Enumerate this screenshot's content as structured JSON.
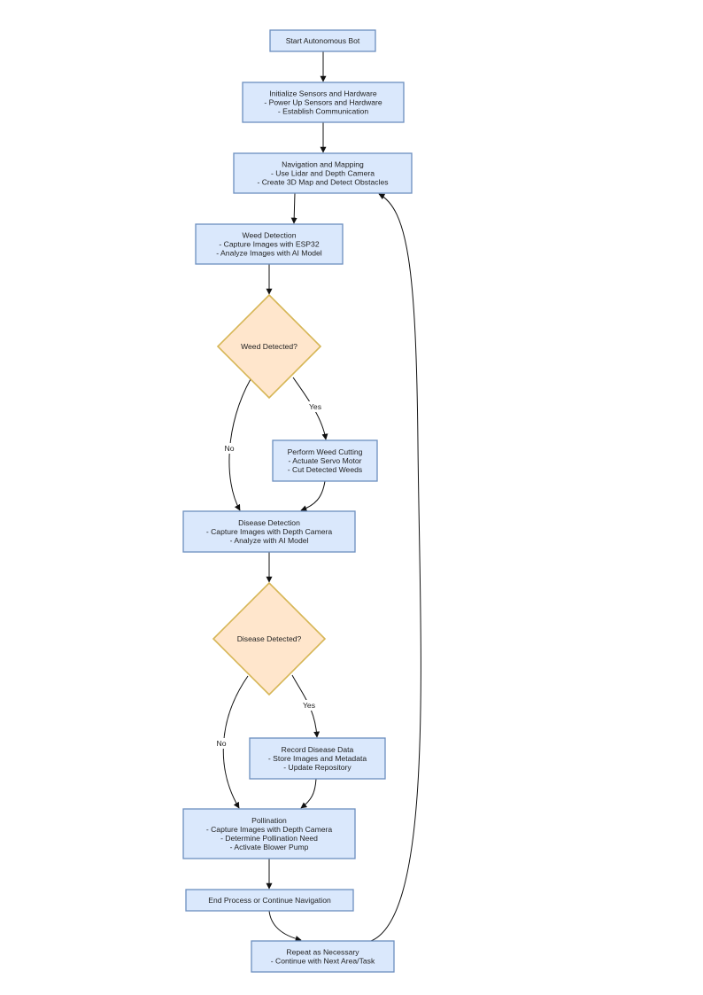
{
  "colors": {
    "process_fill": "#dae8fc",
    "process_stroke": "#6c8ebf",
    "decision_fill": "#ffe6cc",
    "decision_stroke": "#d6b656",
    "edge": "#111111"
  },
  "nodes": {
    "start": {
      "lines": [
        "Start Autonomous Bot"
      ]
    },
    "init": {
      "lines": [
        "Initialize Sensors and Hardware",
        "- Power Up Sensors and Hardware",
        "- Establish Communication"
      ]
    },
    "nav": {
      "lines": [
        "Navigation and Mapping",
        "- Use Lidar and Depth Camera",
        "- Create 3D Map and Detect Obstacles"
      ]
    },
    "weed_detect": {
      "lines": [
        "Weed Detection",
        "- Capture Images with ESP32",
        "- Analyze Images with AI Model"
      ]
    },
    "weed_decision": {
      "lines": [
        "Weed Detected?"
      ]
    },
    "weed_cut": {
      "lines": [
        "Perform Weed Cutting",
        "- Actuate Servo Motor",
        "- Cut Detected Weeds"
      ]
    },
    "disease_detect": {
      "lines": [
        "Disease Detection",
        "- Capture Images with Depth Camera",
        "- Analyze with AI Model"
      ]
    },
    "disease_decision": {
      "lines": [
        "Disease Detected?"
      ]
    },
    "record": {
      "lines": [
        "Record Disease Data",
        "- Store Images and Metadata",
        "- Update Repository"
      ]
    },
    "pollination": {
      "lines": [
        "Pollination",
        "- Capture Images with Depth Camera",
        "- Determine Pollination Need",
        "- Activate Blower Pump"
      ]
    },
    "end": {
      "lines": [
        "End Process or Continue Navigation"
      ]
    },
    "repeat": {
      "lines": [
        "Repeat as Necessary",
        "- Continue with Next Area/Task"
      ]
    }
  },
  "edges": [
    {
      "from": "start",
      "to": "init",
      "label": ""
    },
    {
      "from": "init",
      "to": "nav",
      "label": ""
    },
    {
      "from": "nav",
      "to": "weed_detect",
      "label": ""
    },
    {
      "from": "weed_detect",
      "to": "weed_decision",
      "label": ""
    },
    {
      "from": "weed_decision",
      "to": "weed_cut",
      "label": "Yes"
    },
    {
      "from": "weed_decision",
      "to": "disease_detect",
      "label": "No"
    },
    {
      "from": "weed_cut",
      "to": "disease_detect",
      "label": ""
    },
    {
      "from": "disease_detect",
      "to": "disease_decision",
      "label": ""
    },
    {
      "from": "disease_decision",
      "to": "record",
      "label": "Yes"
    },
    {
      "from": "disease_decision",
      "to": "pollination",
      "label": "No"
    },
    {
      "from": "record",
      "to": "pollination",
      "label": ""
    },
    {
      "from": "pollination",
      "to": "end",
      "label": ""
    },
    {
      "from": "end",
      "to": "repeat",
      "label": ""
    },
    {
      "from": "repeat",
      "to": "nav",
      "label": ""
    }
  ]
}
